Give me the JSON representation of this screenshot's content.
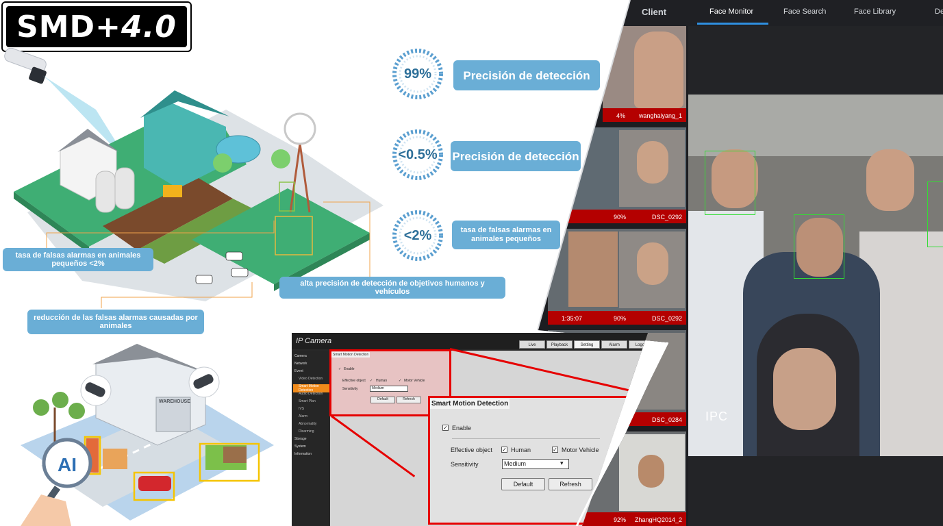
{
  "logo": {
    "main": "SMD+",
    "version": "4.0"
  },
  "farm_callouts": {
    "small_animals": "tasa de falsas alarmas en animales pequeños <2%",
    "animal_reduction": "reducción de las falsas alarmas causadas por animales",
    "human_vehicle": "alta precisión de detección de objetivos humanos y vehículos"
  },
  "warehouse": {
    "ai_label": "AI",
    "sign": "WAREHOUSE"
  },
  "stats": [
    {
      "value": "99%",
      "label": "Precisión de detección"
    },
    {
      "value": "<0.5%",
      "label": "Precisión de detección"
    },
    {
      "value": "<2%",
      "label": "tasa de falsas alarmas en animales pequeños"
    }
  ],
  "face_client": {
    "title": "Client",
    "tabs": [
      "Face Monitor",
      "Face Search",
      "Face Library",
      "De"
    ],
    "active_tab": "Face Monitor",
    "matches": [
      {
        "pct": "4%",
        "name": "wanghaiyang_1"
      },
      {
        "pct": "90%",
        "name": "DSC_0292"
      },
      {
        "pct": "90%",
        "name": "DSC_0292",
        "time": "1:35:07"
      },
      {
        "pct": "",
        "name": "DSC_0284"
      },
      {
        "pct": "92%",
        "name": "ZhangHQ2014_2"
      }
    ],
    "video_label": "IPC"
  },
  "ip_camera": {
    "title": "IP Camera",
    "tabs": [
      "Live",
      "Playback",
      "Setting",
      "Alarm",
      "Logout"
    ],
    "active_tab": "Setting",
    "menu": [
      {
        "label": "Camera",
        "type": "top"
      },
      {
        "label": "Network",
        "type": "top"
      },
      {
        "label": "Event",
        "type": "top"
      },
      {
        "label": "Video Detection",
        "type": "sub"
      },
      {
        "label": "Smart Motion Detection",
        "type": "sel"
      },
      {
        "label": "Audio Detection",
        "type": "sub"
      },
      {
        "label": "Smart Plan",
        "type": "sub"
      },
      {
        "label": "IVS",
        "type": "sub"
      },
      {
        "label": "Alarm",
        "type": "sub"
      },
      {
        "label": "Abnormality",
        "type": "sub"
      },
      {
        "label": "Disarming",
        "type": "sub"
      },
      {
        "label": "Storage",
        "type": "top"
      },
      {
        "label": "System",
        "type": "top"
      },
      {
        "label": "Information",
        "type": "top"
      }
    ],
    "panel": {
      "title": "Smart Motion Detection",
      "enable": "Enable",
      "effective_object": "Effective object",
      "human": "Human",
      "motor_vehicle": "Motor Vehicle",
      "sensitivity": "Sensitivity",
      "sensitivity_value": "Medium",
      "default_btn": "Default",
      "refresh_btn": "Refresh",
      "check_mark": "✓"
    }
  },
  "colors": {
    "callout_blue": "#6aaed6",
    "detect_green": "#33dd33",
    "alert_red": "#b40000",
    "highlight_red": "#e60000"
  }
}
